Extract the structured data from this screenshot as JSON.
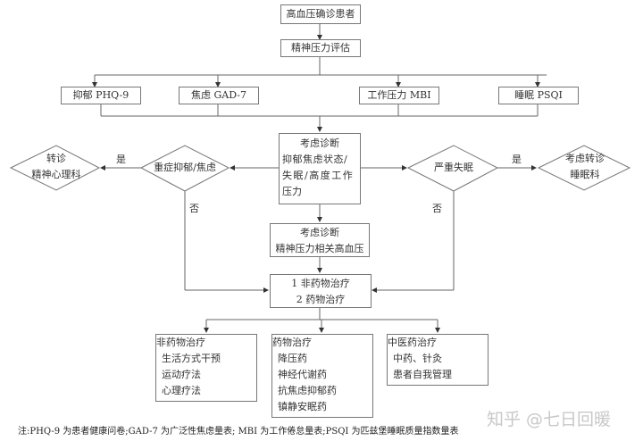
{
  "nodes": {
    "start": "高血压确诊患者",
    "assessment": "精神压力评估",
    "scales": [
      "抑郁 PHQ-9",
      "焦虑 GAD-7",
      "工作压力 MBI",
      "睡眠 PSQI"
    ],
    "consider_diagnosis_1": {
      "lines": [
        "考虑诊断",
        "抑郁焦虑状态/",
        "失眠/高度工作",
        "压力"
      ]
    },
    "decision_left": "重症抑郁/焦虑",
    "decision_right": "严重失眠",
    "referral_left": [
      "转诊",
      "精神心理科"
    ],
    "referral_right": [
      "考虑转诊",
      "睡眠科"
    ],
    "consider_diagnosis_2": [
      "考虑诊断",
      "精神压力相关高血压"
    ],
    "treatment": [
      "1 非药物治疗",
      "2 药物治疗"
    ],
    "non_drug": {
      "title": "非药物治疗",
      "items": [
        "生活方式干预",
        "运动疗法",
        "心理疗法"
      ]
    },
    "drug": {
      "title": "药物治疗",
      "items": [
        "降压药",
        "神经代谢药",
        "抗焦虑抑郁药",
        "镇静安眠药"
      ]
    },
    "tcm": {
      "title": "中医药治疗",
      "items": [
        "中药、针灸",
        "患者自我管理"
      ]
    }
  },
  "edge_labels": {
    "yes": "是",
    "no": "否"
  },
  "footnote": "注:PHQ-9 为患者健康问卷;GAD-7 为广泛性焦虑量表; MBI 为工作倦怠量表;PSQI 为匹兹堡睡眠质量指数量表",
  "watermark": "知乎 @七日回暖"
}
